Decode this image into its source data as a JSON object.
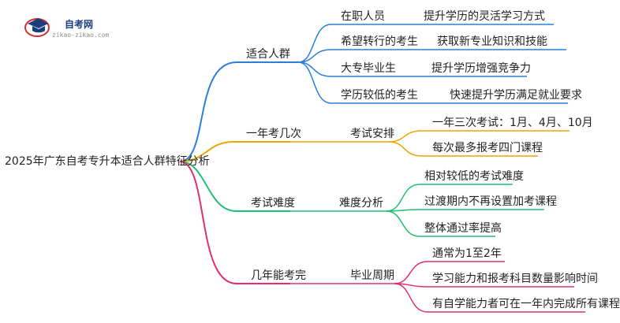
{
  "logo": {
    "title": "自考网",
    "subtitle": "zikao-zikao.com"
  },
  "root": "2025年广东自考专升本适合人群特征分析",
  "branches": [
    {
      "label": "适合人群",
      "color": "#2b7fd9",
      "items": [
        {
          "label": "在职人员",
          "detail": "提升学历的灵活学习方式"
        },
        {
          "label": "希望转行的考生",
          "detail": "获取新专业知识和技能"
        },
        {
          "label": "大专毕业生",
          "detail": "提升学历增强竞争力"
        },
        {
          "label": "学历较低的考生",
          "detail": "快速提升学历满足就业要求"
        }
      ]
    },
    {
      "label": "一年考几次",
      "color": "#f0a400",
      "sub": "考试安排",
      "leaves": [
        "一年三次考试：1月、4月、10月",
        "每次最多报考四门课程"
      ]
    },
    {
      "label": "考试难度",
      "color": "#1fbf70",
      "sub": "难度分析",
      "leaves": [
        "相对较低的考试难度",
        "过渡期内不再设置加考课程",
        "整体通过率提高"
      ]
    },
    {
      "label": "几年能考完",
      "color": "#e0306e",
      "sub": "毕业周期",
      "leaves": [
        "通常为1至2年",
        "学习能力和报考科目数量影响时间",
        "有自学能力者可在一年内完成所有课程"
      ]
    }
  ]
}
